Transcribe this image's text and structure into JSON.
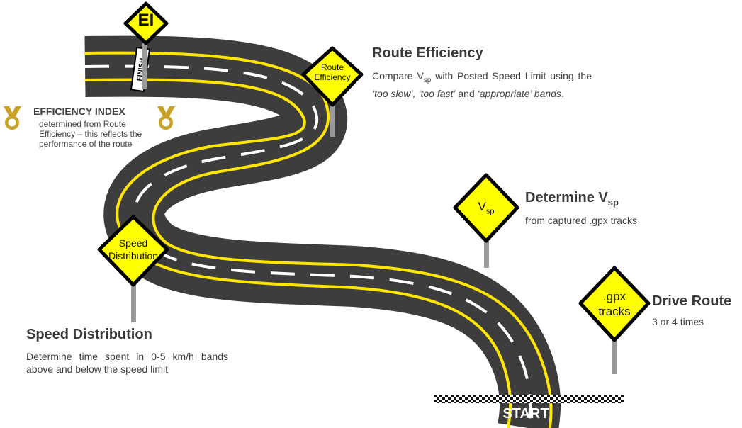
{
  "colors": {
    "road": "#3d3d3d",
    "road_edge": "#ffe600",
    "sign_fill": "#ffff00",
    "sign_border": "#000000",
    "medal": "#c9a227",
    "text": "#404040"
  },
  "signs": {
    "ei": "EI",
    "route_efficiency_line1": "Route",
    "route_efficiency_line2": "Efficiency",
    "vsp_main": "V",
    "vsp_sub": "sp",
    "speed_distribution_line1": "Speed",
    "speed_distribution_line2": "Distribution",
    "gpx_line1": ".gpx",
    "gpx_line2": "tracks"
  },
  "road_labels": {
    "finish": "FINISH",
    "start": "START"
  },
  "route_efficiency": {
    "title": "Route Efficiency",
    "text_a": "Compare V",
    "text_sub": "sp",
    "text_b": " with Posted Speed Limit using the ",
    "text_italic1": "‘too slow’, ‘too fast’",
    "text_c": " and ",
    "text_italic2": "‘appropriate’ bands",
    "text_d": "."
  },
  "efficiency_index": {
    "title": "EFFICIENCY INDEX",
    "text": "determined from Route Efficiency – this reflects the performance of the route"
  },
  "determine_vsp": {
    "title_main": "Determine V",
    "title_sub": "sp",
    "text": "from captured .gpx tracks"
  },
  "drive_route": {
    "title": "Drive Route",
    "text": "3 or 4 times"
  },
  "speed_distribution": {
    "title": "Speed Distribution",
    "text": "Determine time spent in 0-5 km/h bands above and below the speed limit"
  }
}
